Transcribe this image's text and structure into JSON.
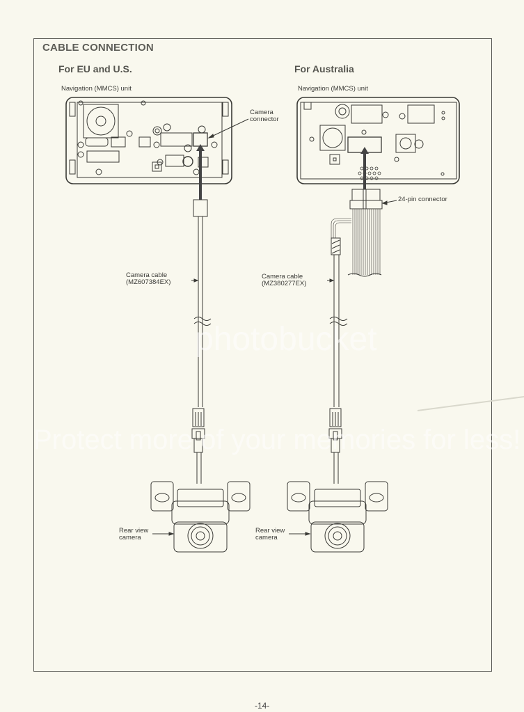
{
  "page": {
    "title": "CABLE CONNECTION",
    "page_number": "-14-"
  },
  "sections": [
    {
      "heading": "For EU and U.S.",
      "unit_label": "Navigation (MMCS) unit",
      "connector_label_line1": "Camera",
      "connector_label_line2": "connector",
      "cable_label_line1": "Camera cable",
      "cable_label_line2": "(MZ607384EX)",
      "camera_label_line1": "Rear view",
      "camera_label_line2": "camera"
    },
    {
      "heading": "For Australia",
      "unit_label": "Navigation (MMCS) unit",
      "connector_label": "24-pin connector",
      "cable_label_line1": "Camera cable",
      "cable_label_line2": "(MZ380277EX)",
      "camera_label_line1": "Rear view",
      "camera_label_line2": "camera"
    }
  ],
  "watermark": {
    "brand": "photobucket",
    "tagline": "Protect more of your memories for less!"
  },
  "colors": {
    "paper": "#f9f8ee",
    "ink": "#3a3a36",
    "heading": "#5e5e58"
  }
}
